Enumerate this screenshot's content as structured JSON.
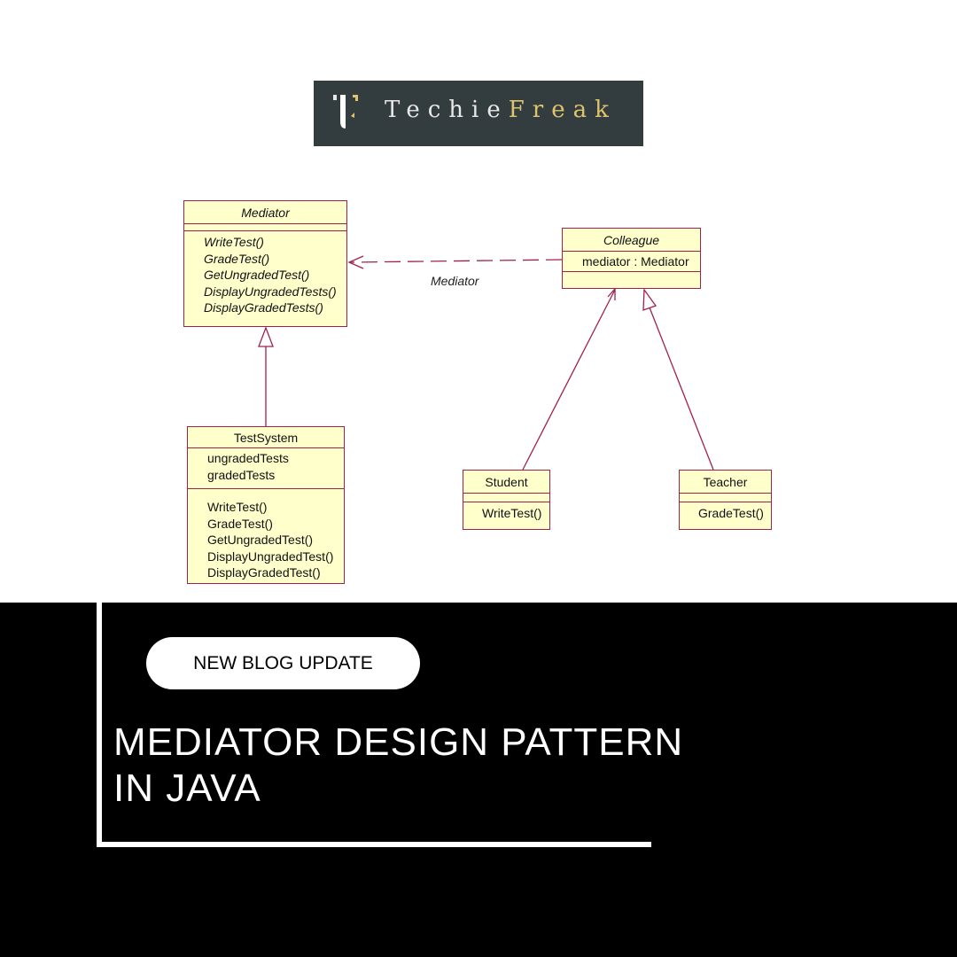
{
  "logo": {
    "text_part1": "Techie",
    "text_part2": "Freak"
  },
  "diagram": {
    "mediator": {
      "name": "Mediator",
      "methods": [
        "WriteTest()",
        "GradeTest()",
        "GetUngradedTest()",
        "DisplayUngradedTests()",
        "DisplayGradedTests()"
      ]
    },
    "colleague": {
      "name": "Colleague",
      "attributes": [
        "mediator : Mediator"
      ]
    },
    "test_system": {
      "name": "TestSystem",
      "attributes": [
        "ungradedTests",
        "gradedTests"
      ],
      "methods": [
        "WriteTest()",
        "GradeTest()",
        "GetUngradedTest()",
        "DisplayUngradedTest()",
        "DisplayGradedTest()"
      ]
    },
    "student": {
      "name": "Student",
      "methods": [
        "WriteTest()"
      ]
    },
    "teacher": {
      "name": "Teacher",
      "methods": [
        "GradeTest()"
      ]
    },
    "association_label": "Mediator"
  },
  "banner": {
    "badge": "NEW BLOG UPDATE",
    "title_line1": "MEDIATOR DESIGN PATTERN",
    "title_line2": "IN JAVA"
  }
}
